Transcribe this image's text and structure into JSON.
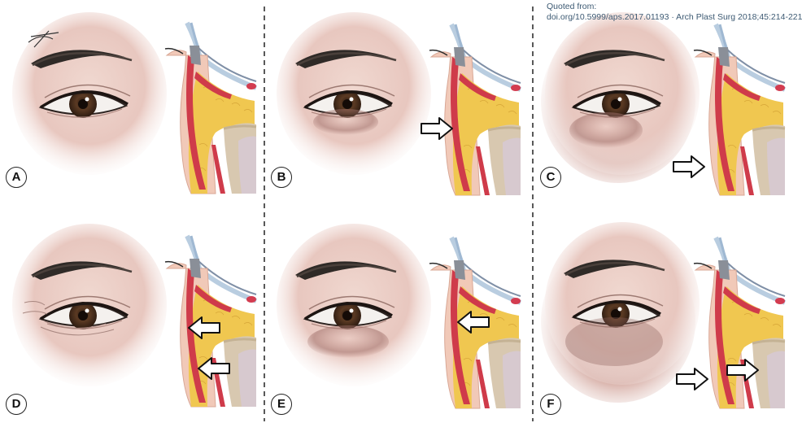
{
  "citation": {
    "line1": "Quoted from:",
    "line2": "doi.org/10.5999/aps.2017.01193 · Arch Plast Surg 2018;45:214-221"
  },
  "panels": [
    {
      "label": "A"
    },
    {
      "label": "B"
    },
    {
      "label": "C"
    },
    {
      "label": "D"
    },
    {
      "label": "E"
    },
    {
      "label": "F"
    }
  ],
  "colors": {
    "skin": "#ecd0c8",
    "shadow": "#a57770",
    "fat": "#f0c750",
    "muscle": "#cf3b4a",
    "bone": "#d8c8b0",
    "orbit": "#d7c9cf",
    "iris": "#5b3a23",
    "divider": "#222222"
  }
}
